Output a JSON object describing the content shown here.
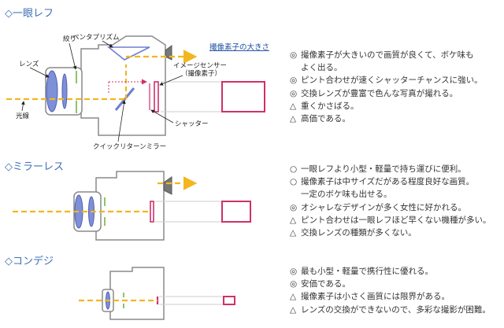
{
  "sections": [
    {
      "title": "◇一眼レフ",
      "labels": {
        "pentaprism": "ペンタプリズム",
        "lens": "レンズ",
        "aperture": "絞り",
        "light": "光線",
        "sensor_line1": "イメージセンサー",
        "sensor_line2": "（撮像素子）",
        "shutter": "シャッター",
        "mirror": "クイックリターンミラー",
        "sensor_size_link": "撮像素子の大きさ"
      },
      "features": [
        {
          "mark": "◎",
          "text": "撮像素子が大きいので画質が良くて、ボケ味も",
          "cont": "よく出る。"
        },
        {
          "mark": "◎",
          "text": "ピント合わせが速くシャッターチャンスに強い。"
        },
        {
          "mark": "◎",
          "text": "交換レンズが豊富で色んな写真が撮れる。"
        },
        {
          "mark": "△",
          "text": "重くかさばる。"
        },
        {
          "mark": "△",
          "text": "高価である。"
        }
      ]
    },
    {
      "title": "◇ミラーレス",
      "features": [
        {
          "mark": "○",
          "text": "一眼レフより小型・軽量で持ち運びに便利。"
        },
        {
          "mark": "○",
          "text": "撮像素子は中サイズだがある程度良好な画質。",
          "cont": "一定のボケ味も出せる。"
        },
        {
          "mark": "◎",
          "text": "オシャレなデザインが多く女性に好かれる。"
        },
        {
          "mark": "△",
          "text": "ピント合わせは一眼レフほど早くない機種が多い。"
        },
        {
          "mark": "△",
          "text": "交換レンズの種類が多くない。"
        }
      ]
    },
    {
      "title": "◇コンデジ",
      "features": [
        {
          "mark": "◎",
          "text": "最も小型・軽量で携行性に優れる。"
        },
        {
          "mark": "◎",
          "text": "安価である。"
        },
        {
          "mark": "△",
          "text": "撮像素子は小さく画質には限界がある。"
        },
        {
          "mark": "△",
          "text": "レンズの交換ができないので、多彩な撮影が困難。"
        }
      ]
    }
  ],
  "colors": {
    "title": "#3f6fb5",
    "body_outline": "#8a8a8a",
    "ray": "#f2b61f",
    "lens": "#6f7fd0",
    "aperture": "#8cc46b",
    "sensor": "#d0306a",
    "mirror": "#6f7fd0",
    "link": "#1f4fa3",
    "text": "#333333"
  }
}
